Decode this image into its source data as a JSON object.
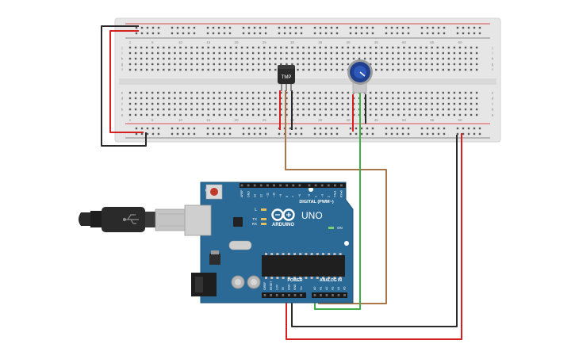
{
  "breadboard": {
    "column_numbers": [
      "1",
      "5",
      "10",
      "15",
      "20",
      "25",
      "30",
      "35",
      "40",
      "45",
      "50",
      "55",
      "60"
    ],
    "row_letters_top": [
      "j",
      "i",
      "h",
      "g",
      "f"
    ],
    "row_letters_bottom": [
      "e",
      "d",
      "c",
      "b",
      "a"
    ]
  },
  "components": {
    "sensor_label": "TMP",
    "potentiometer": "potentiometer"
  },
  "arduino": {
    "logo_brand": "ARDUINO",
    "model": "UNO",
    "digital_header_label": "DIGITAL (PWM~)",
    "power_label": "POWER",
    "analog_label": "ANALOG IN",
    "led_l": "L",
    "led_tx": "TX",
    "led_rx": "RX",
    "led_on": "ON",
    "digital_pins": [
      "AREF",
      "GND",
      "13",
      "12",
      "~11",
      "~10",
      "~9",
      "8",
      "7",
      "~6",
      "~5",
      "4",
      "~3",
      "2",
      "TX▸1",
      "RX◂0"
    ],
    "power_pins": [
      "IOREF",
      "RESET",
      "3.3V",
      "5V",
      "GND",
      "GND",
      "Vin"
    ],
    "analog_pins": [
      "A0",
      "A1",
      "A2",
      "A3",
      "A4",
      "A5"
    ]
  },
  "colors": {
    "breadboard": "#e6e6e6",
    "board": "#2b6a96",
    "wire_red": "#d62020",
    "wire_black": "#2a2a2a",
    "wire_green": "#3fae49",
    "wire_brown": "#a9764a",
    "pot_knob": "#1f3f8f"
  }
}
